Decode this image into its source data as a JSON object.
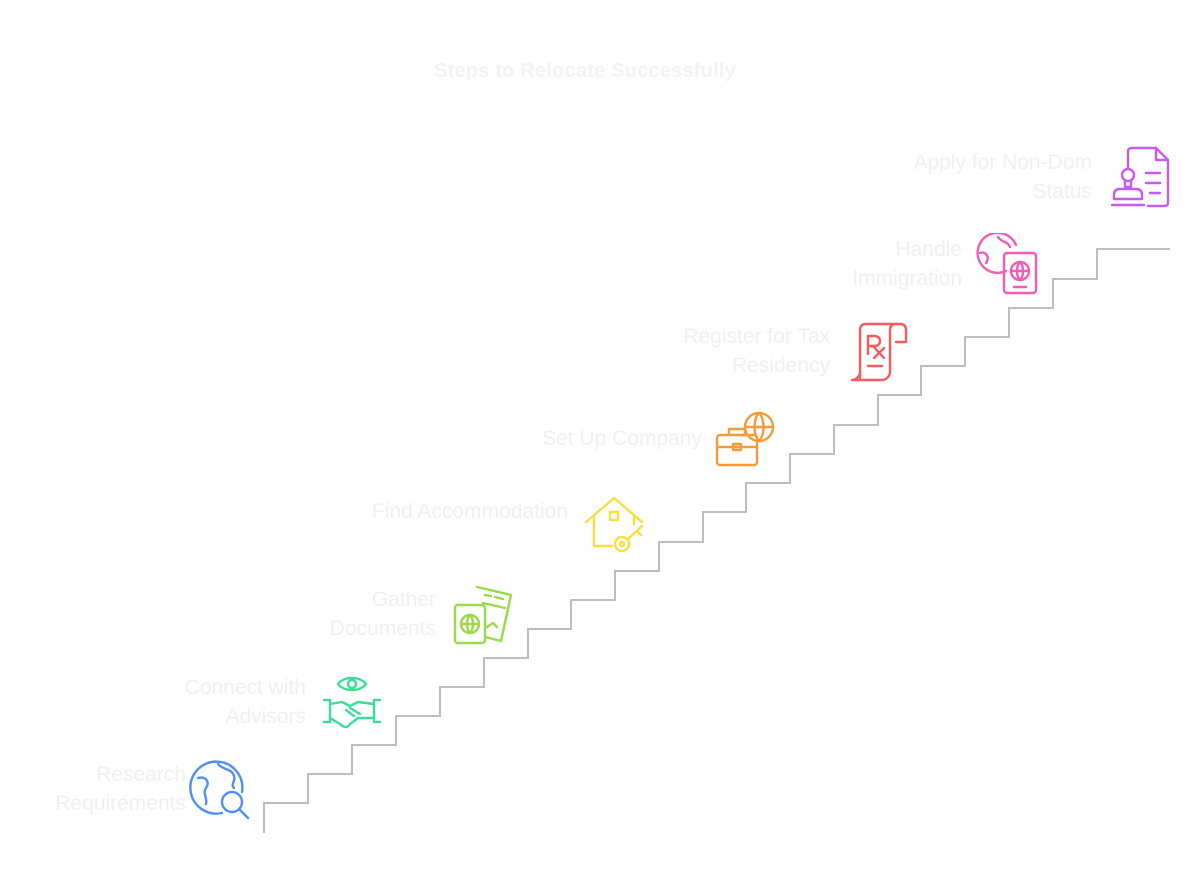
{
  "title": "Steps to Relocate Successfully",
  "steps": [
    {
      "label": "Research Requirements",
      "icon": "globe-search-icon",
      "color": "#4f8ff7"
    },
    {
      "label": "Connect with Advisors",
      "icon": "handshake-eye-icon",
      "color": "#3ddc97"
    },
    {
      "label": "Gather Documents",
      "icon": "passport-ticket-icon",
      "color": "#9bd94a"
    },
    {
      "label": "Find Accommodation",
      "icon": "house-key-icon",
      "color": "#f5e03c"
    },
    {
      "label": "Set Up Company",
      "icon": "briefcase-globe-icon",
      "color": "#f59b3a"
    },
    {
      "label": "Register for Tax Residency",
      "icon": "receipt-rx-icon",
      "color": "#f25c5c"
    },
    {
      "label": "Handle Immigration",
      "icon": "globe-passport-icon",
      "color": "#f25cb8"
    },
    {
      "label": "Apply for Non-Dom Status",
      "icon": "stamp-document-icon",
      "color": "#c25cf2"
    }
  ],
  "colors": {
    "stairs": "#bdbdbd",
    "title": "#f3f3f3",
    "label": "#f0f0f0"
  }
}
